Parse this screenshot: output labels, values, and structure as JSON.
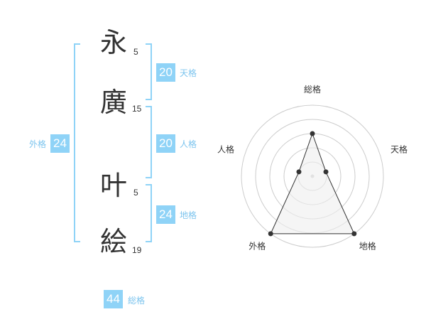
{
  "name": {
    "chars": [
      {
        "char": "永",
        "strokes": "5"
      },
      {
        "char": "廣",
        "strokes": "15"
      },
      {
        "char": "叶",
        "strokes": "5"
      },
      {
        "char": "絵",
        "strokes": "19"
      }
    ]
  },
  "fortunes": {
    "tenkaku": {
      "value": "20",
      "label": "天格"
    },
    "jinkaku": {
      "value": "20",
      "label": "人格"
    },
    "chikaku": {
      "value": "24",
      "label": "地格"
    },
    "gaikaku": {
      "value": "24",
      "label": "外格"
    },
    "soukaku": {
      "value": "44",
      "label": "総格"
    }
  },
  "chart_data": {
    "type": "radar",
    "axes": [
      "総格",
      "天格",
      "地格",
      "外格",
      "人格"
    ],
    "values": [
      3,
      1,
      5,
      5,
      1
    ],
    "range": [
      0,
      5
    ],
    "rings": 5,
    "grid": true,
    "colors": {
      "grid": "#cccccc",
      "fill": "#eeeeee",
      "line": "#333333",
      "point": "#333333"
    }
  }
}
